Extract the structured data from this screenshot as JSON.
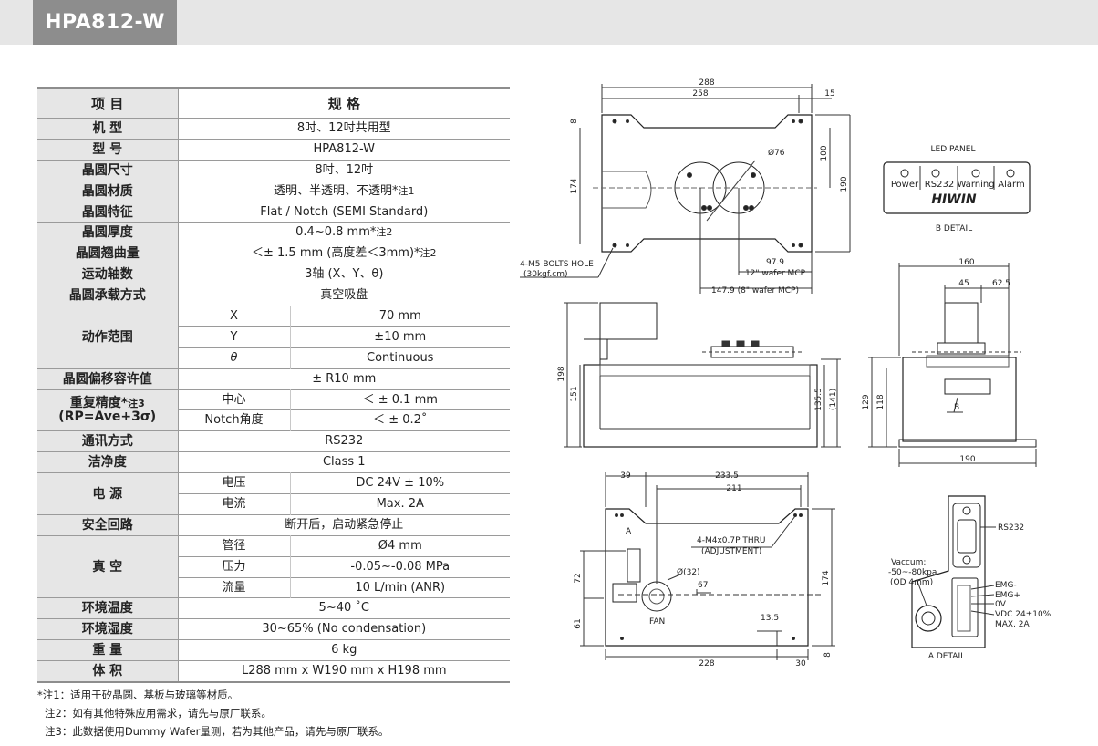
{
  "header": {
    "title": "HPA812-W"
  },
  "table": {
    "col_item": "项 目",
    "col_spec": "规 格",
    "rows": {
      "model_type": {
        "label": "机 型",
        "value": "8吋、12吋共用型"
      },
      "model_no": {
        "label": "型 号",
        "value": "HPA812-W"
      },
      "wafer_size": {
        "label": "晶圆尺寸",
        "value": "8吋、12吋"
      },
      "wafer_material": {
        "label": "晶圆材质",
        "value": "透明、半透明、不透明*",
        "note": "注1"
      },
      "wafer_feature": {
        "label": "晶圆特征",
        "value": "Flat / Notch (SEMI Standard)"
      },
      "wafer_thickness": {
        "label": "晶圆厚度",
        "value": "0.4~0.8 mm*",
        "note": "注2"
      },
      "wafer_warp": {
        "label": "晶圆翘曲量",
        "value": "＜± 1.5 mm (高度差＜3mm)*",
        "note": "注2"
      },
      "axes": {
        "label": "运动轴数",
        "value": "3轴 (X、Y、θ)"
      },
      "carry": {
        "label": "晶圆承载方式",
        "value": "真空吸盘"
      },
      "range": {
        "label": "动作范围",
        "x_label": "X",
        "x_value": "70 mm",
        "y_label": "Y",
        "y_value": "±10 mm",
        "t_label": "θ",
        "t_value": "Continuous"
      },
      "offset": {
        "label": "晶圆偏移容许值",
        "value": "± R10 mm"
      },
      "repeat": {
        "label1": "重复精度*",
        "note": "注3",
        "label2": "(RP=Ave+3σ)",
        "center_label": "中心",
        "center_value": "＜ ± 0.1 mm",
        "notch_label": "Notch角度",
        "notch_value": "＜ ± 0.2˚"
      },
      "comm": {
        "label": "通讯方式",
        "value": "RS232"
      },
      "clean": {
        "label": "洁净度",
        "value": "Class 1"
      },
      "power": {
        "label": "电 源",
        "v_label": "电压",
        "v_value": "DC 24V ± 10%",
        "i_label": "电流",
        "i_value": "Max. 2A"
      },
      "safety": {
        "label": "安全回路",
        "value": "断开后，启动紧急停止"
      },
      "vacuum": {
        "label": "真 空",
        "d_label": "管径",
        "d_value": "Ø4 mm",
        "p_label": "压力",
        "p_value": "-0.05~-0.08 MPa",
        "f_label": "流量",
        "f_value": "10 L/min (ANR)"
      },
      "env_temp": {
        "label": "环境温度",
        "value": "5~40 ˚C"
      },
      "env_hum": {
        "label": "环境湿度",
        "value": "30~65% (No condensation)"
      },
      "weight": {
        "label": "重 量",
        "value": "6 kg"
      },
      "volume": {
        "label": "体 积",
        "value": "L288 mm x W190 mm x H198 mm"
      }
    }
  },
  "notes": {
    "n1": "*注1：适用于矽晶圆、基板与玻璃等材质。",
    "n2": "注2：如有其他特殊应用需求，请先与原厂联系。",
    "n3": "注3：此数据使用Dummy Wafer量测，若为其他产品，请先与原厂联系。"
  },
  "drawing": {
    "top": {
      "d288": "288",
      "d258": "258",
      "d15": "15",
      "d8": "8",
      "d100": "100",
      "d190": "190",
      "d174": "174",
      "d76": "Ø76",
      "bolts": "4-M5 BOLTS HOLE",
      "bolts2": "(30kgf.cm)",
      "d979": "97.9",
      "d12": "12\" wafer MCP",
      "d1479": "147.9 (8\" wafer MCP)"
    },
    "led": {
      "title": "LED PANEL",
      "power": "Power",
      "rs232": "RS232",
      "warning": "Warning",
      "alarm": "Alarm",
      "brand": "HIWIN",
      "detail": "B DETAIL"
    },
    "front": {
      "d198": "198",
      "d151": "151",
      "d1355": "135.5",
      "d141": "(141)"
    },
    "side": {
      "d160": "160",
      "d45": "45",
      "d625": "62.5",
      "d129": "129",
      "d118": "118",
      "d190": "190",
      "b": "B"
    },
    "bottom": {
      "d39": "39",
      "d2335": "233.5",
      "d211": "211",
      "a": "A",
      "m4": "4-M4x0.7P THRU",
      "adj": "(ADJUSTMENT)",
      "d32": "Ø(32)",
      "d67": "67",
      "d72": "72",
      "d61": "61",
      "fan": "FAN",
      "d135": "13.5",
      "d228": "228",
      "d30": "30",
      "d8": "8",
      "d174": "174"
    },
    "adetail": {
      "rs232": "RS232",
      "vac1": "Vaccum:",
      "vac2": "-50~-80kpa",
      "vac3": "(OD 4mm)",
      "emgm": "EMG-",
      "emgp": "EMG+",
      "ov": "0V",
      "vdc": "VDC 24±10%",
      "max": "MAX. 2A",
      "title": "A DETAIL"
    }
  }
}
